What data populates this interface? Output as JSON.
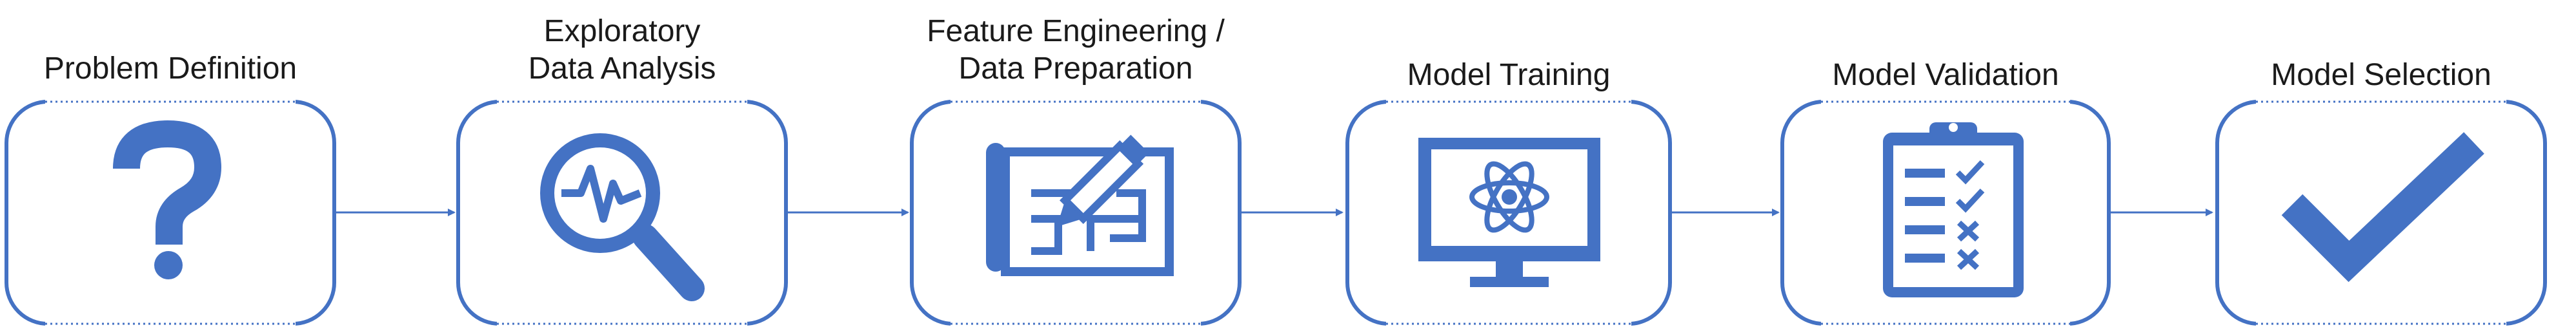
{
  "steps": [
    {
      "title_lines": [
        "Problem Definition"
      ],
      "icon": "question-mark-icon"
    },
    {
      "title_lines": [
        "Exploratory",
        "Data Analysis"
      ],
      "icon": "magnifier-waveform-icon"
    },
    {
      "title_lines": [
        "Feature Engineering /",
        "Data Preparation"
      ],
      "icon": "blueprint-pencil-icon"
    },
    {
      "title_lines": [
        "Model Training"
      ],
      "icon": "monitor-atom-icon"
    },
    {
      "title_lines": [
        "Model Validation"
      ],
      "icon": "clipboard-checklist-icon"
    },
    {
      "title_lines": [
        "Model Selection"
      ],
      "icon": "checkmark-icon"
    }
  ],
  "colors": {
    "accent": "#4472C4",
    "box_border": "#4472C4",
    "dotted_edge": "#4472C4",
    "text": "#1a1a1a"
  }
}
